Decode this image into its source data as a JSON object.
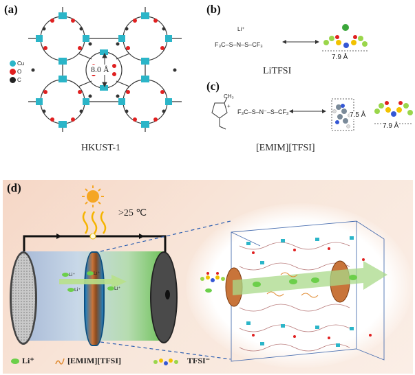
{
  "panel_a": {
    "label": "(a)",
    "caption": "HKUST-1",
    "distance": "8.0 Å",
    "legend": [
      {
        "symbol": "Cu",
        "color": "#2bb5c8"
      },
      {
        "symbol": "O",
        "color": "#e02020"
      },
      {
        "symbol": "C",
        "color": "#222222"
      }
    ]
  },
  "panel_b": {
    "label": "(b)",
    "cation": "Li⁺",
    "formula_left": "F₃C–S–N–S–CF₃",
    "dimension": "7.9 Å",
    "caption": "LiTFSI"
  },
  "panel_c": {
    "label": "(c)",
    "cation_methyl": "CH₃",
    "cation_charge": "+",
    "anion_formula": "F₃C–S–N⁻–S–CF₃",
    "dimension_cation": "7.5 Å",
    "dimension_anion": "7.9 Å",
    "caption": "[EMIM][TFSI]"
  },
  "panel_d": {
    "label": "(d)",
    "temperature": ">25 ℃",
    "li_labels": [
      "Li⁺",
      "Li⁺",
      "Li⁺",
      "Li⁺"
    ],
    "legend": {
      "li": "Li⁺",
      "emim": "[EMIM][TFSI]",
      "tfsi": "TFSI⁻"
    }
  },
  "colors": {
    "cu": "#2bb5c8",
    "o": "#e02020",
    "c": "#222222",
    "li": "#6ccf4a",
    "sun": "#f5a623",
    "membrane": "#1e7fc0"
  }
}
